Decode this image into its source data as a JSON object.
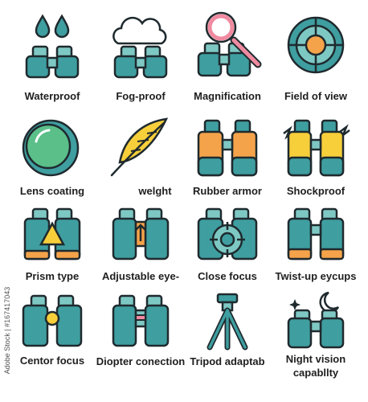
{
  "icons": [
    {
      "label": "Waterproof",
      "icon": "binoculars-water-drops-icon"
    },
    {
      "label": "Fog-proof",
      "icon": "binoculars-cloud-icon"
    },
    {
      "label": "Magnification",
      "icon": "binoculars-magnifier-icon"
    },
    {
      "label": "Field of view",
      "icon": "target-crosshair-icon"
    },
    {
      "label": "Lens coating",
      "icon": "lens-icon"
    },
    {
      "label": "welght",
      "icon": "feather-icon"
    },
    {
      "label": "Rubber armor",
      "icon": "binoculars-armor-icon"
    },
    {
      "label": "Shockproof",
      "icon": "binoculars-shock-icon"
    },
    {
      "label": "Prism type",
      "icon": "binoculars-prism-icon"
    },
    {
      "label": "Adjustable eye-",
      "icon": "binoculars-adjust-arrow-icon"
    },
    {
      "label": "Close focus",
      "icon": "binoculars-focus-icon"
    },
    {
      "label": "Twist-up eycups",
      "icon": "binoculars-eyecups-icon"
    },
    {
      "label": "Centor focus",
      "icon": "binoculars-center-focus-icon"
    },
    {
      "label": "Diopter conection",
      "icon": "binoculars-diopter-icon"
    },
    {
      "label": "Tripod adaptab",
      "icon": "tripod-binoculars-icon"
    },
    {
      "label": "Night vision capabllty",
      "icon": "binoculars-moon-star-icon"
    }
  ],
  "stock_id": "Adobe Stock | #167417043",
  "colors": {
    "teal": "#3f9ea0",
    "teal_light": "#7ec8c4",
    "outline": "#1f2a2e",
    "orange": "#f5a34a",
    "yellow": "#f7cf3b",
    "pink": "#f08aa0",
    "green": "#5bbf8a",
    "drop": "#3f9ea0"
  }
}
